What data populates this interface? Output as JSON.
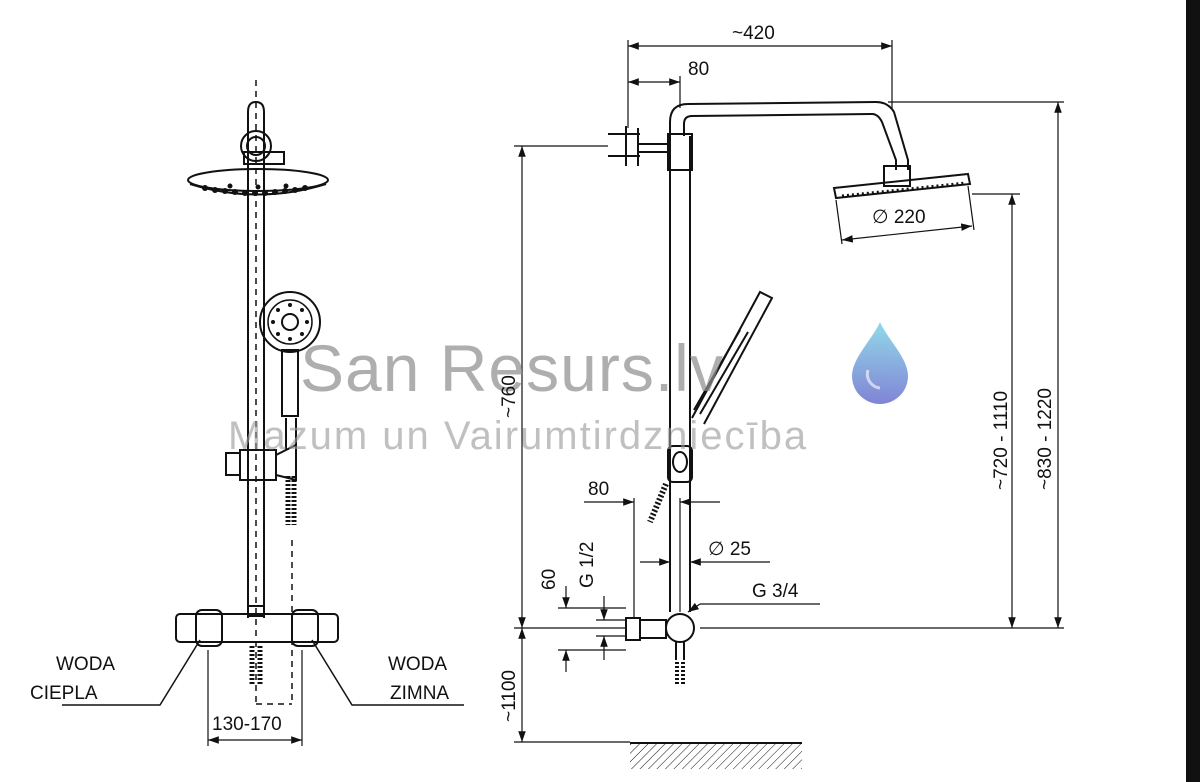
{
  "front_view": {
    "labels": {
      "hot": [
        "WODA",
        "CIEPLA"
      ],
      "cold": [
        "WODA",
        "ZIMNA"
      ],
      "spacing": "130-170"
    }
  },
  "side_view": {
    "dimensions": {
      "arm_reach": "~420",
      "wall_offset": "80",
      "head_diameter": "∅ 220",
      "column_height": "~760",
      "head_height_range": "~720 - 1110",
      "total_height_range": "~830 - 1220",
      "mixer_offset": "80",
      "pipe_diameter": "∅ 25",
      "thread_large": "G 3/4",
      "thread_small": "G 1/2",
      "mixer_spacing": "60",
      "floor_height": "~1100"
    }
  },
  "watermark": {
    "brand": "San Resurs.lv",
    "tagline": "Mazum un Vairumtirdzniecība"
  },
  "colors": {
    "line": "#111111",
    "watermark": "#8f8f8f",
    "drop_light": "#7fd3e6",
    "drop_dark": "#6b6fcf"
  },
  "icons": {
    "logo": "water-drop-icon"
  }
}
